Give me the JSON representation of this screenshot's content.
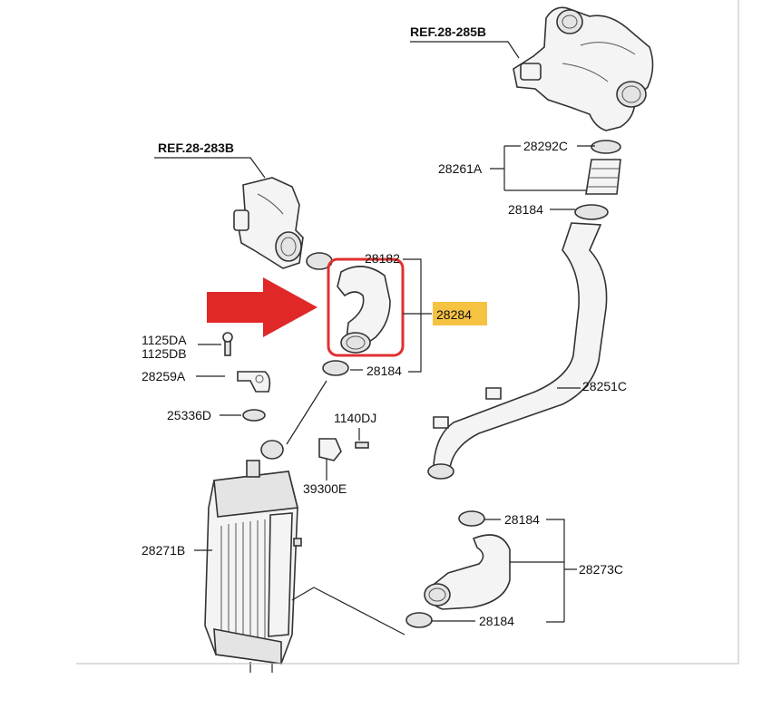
{
  "refs": {
    "turbo": "REF.28-285B",
    "intake": "REF.28-283B"
  },
  "labels": {
    "p28292C": "28292C",
    "p28261A": "28261A",
    "p28184_top": "28184",
    "p28182": "28182",
    "p28284": "28284",
    "p28184_mid": "28184",
    "p1125DA": "1125DA",
    "p1125DB": "1125DB",
    "p28259A": "28259A",
    "p25336D": "25336D",
    "p1140DJ": "1140DJ",
    "p39300E": "39300E",
    "p28251C": "28251C",
    "p28271B": "28271B",
    "p28184_low": "28184",
    "p28273C": "28273C",
    "p28184_bottom": "28184"
  },
  "colors": {
    "highlight_box": "#e03030",
    "arrow": "#e02828",
    "label_highlight": "#f5c242"
  }
}
